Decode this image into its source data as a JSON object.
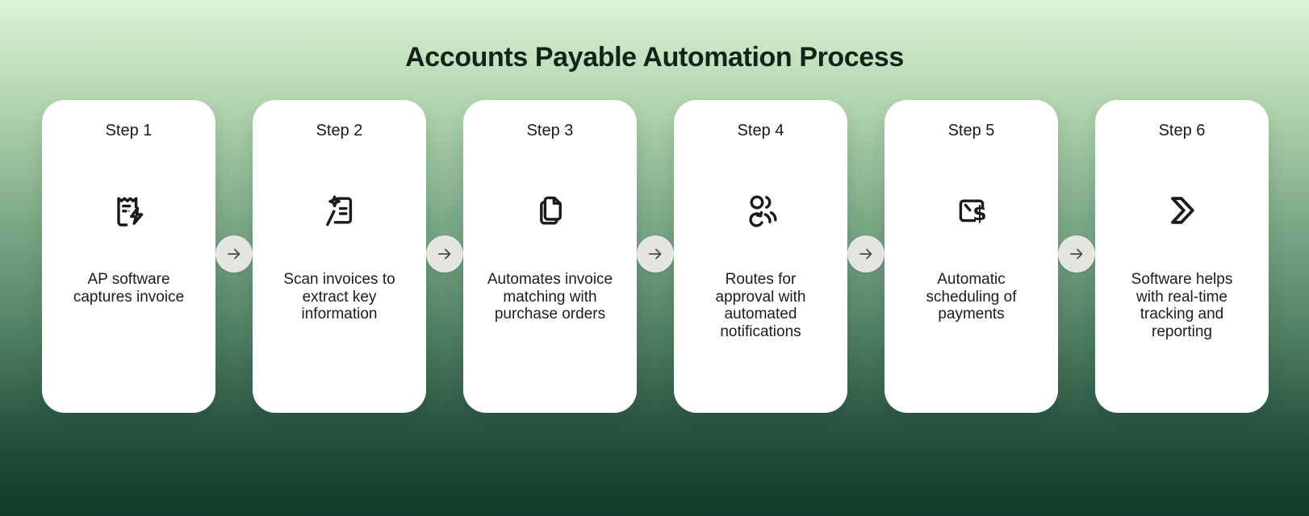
{
  "title": "Accounts Payable Automation Process",
  "steps": [
    {
      "label": "Step 1",
      "icon": "invoice-capture-receipt-lightning-icon",
      "description": "AP software captures invoice"
    },
    {
      "label": "Step 2",
      "icon": "scan-wand-document-icon",
      "description": "Scan invoices to extract key information"
    },
    {
      "label": "Step 3",
      "icon": "copy-documents-icon",
      "description": "Automates invoice matching with purchase orders"
    },
    {
      "label": "Step 4",
      "icon": "users-routing-sync-icon",
      "description": "Routes for approval with automated notifications"
    },
    {
      "label": "Step 5",
      "icon": "payment-dollar-card-icon",
      "description": "Automatic scheduling of payments"
    },
    {
      "label": "Step 6",
      "icon": "double-chevron-forward-icon",
      "description": "Software helps with real-time tracking and reporting"
    }
  ],
  "connector": {
    "icon": "arrow-right-icon"
  },
  "colors": {
    "background_top": "#dcf3d6",
    "background_bottom": "#123a2a",
    "card_background": "#ffffff",
    "title_text": "#14231a",
    "card_text": "#1c1c1c",
    "icon_stroke": "#1a1a1a",
    "connector_background": "#e4e4e1",
    "connector_arrow": "#4a4a4a"
  }
}
